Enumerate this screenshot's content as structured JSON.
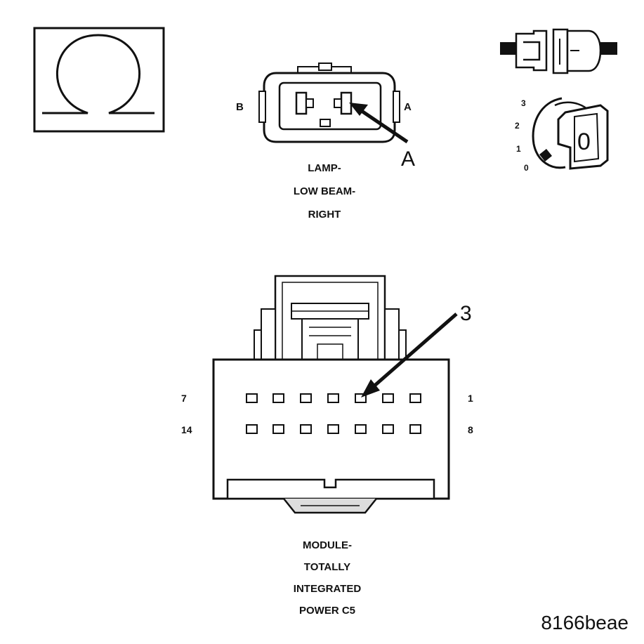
{
  "symbols": {
    "ohmmeter": "omega-icon",
    "ignition": {
      "positions": [
        "3",
        "2",
        "1",
        "0"
      ],
      "key_display": "0"
    }
  },
  "lamp_connector": {
    "cavity_left_label": "B",
    "cavity_right_label": "A",
    "callout": "A",
    "caption": [
      "LAMP-",
      "LOW BEAM-",
      "RIGHT"
    ]
  },
  "module_connector": {
    "callout": "3",
    "row1_left": "7",
    "row1_right": "1",
    "row2_left": "14",
    "row2_right": "8",
    "caption": [
      "MODULE-",
      "TOTALLY",
      "INTEGRATED",
      "POWER C5"
    ]
  },
  "figure_id": "8166beae"
}
